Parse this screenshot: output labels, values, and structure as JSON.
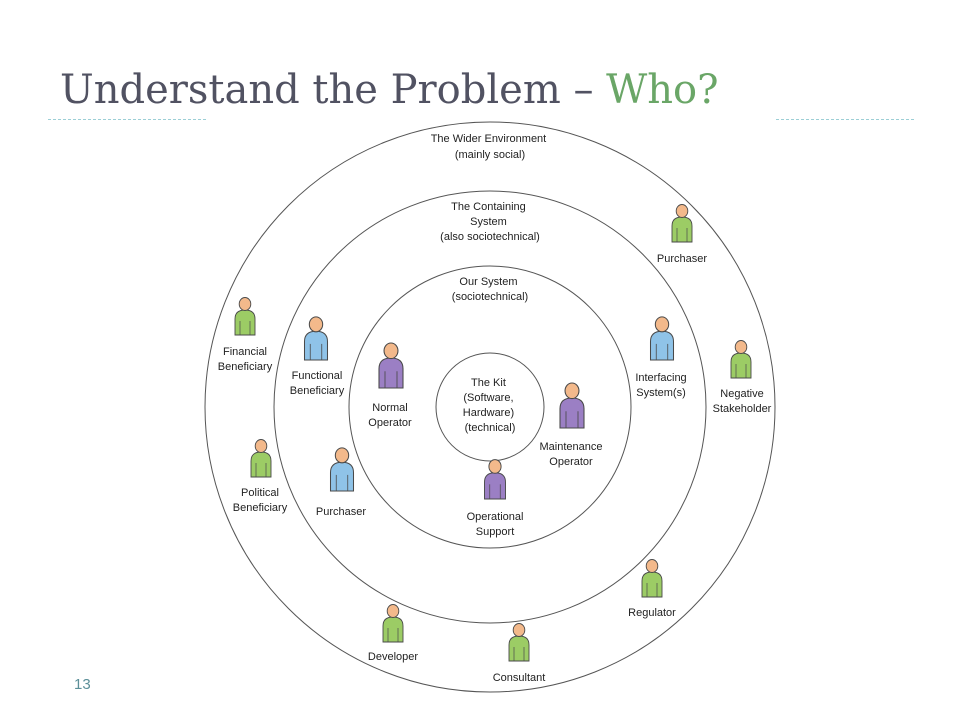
{
  "slide": {
    "title_main": "Understand the Problem – ",
    "title_accent": "Who?",
    "page_number": "13"
  },
  "colors": {
    "title": "#515262",
    "title_accent": "#6aa667",
    "rule": "#9ccfd6",
    "person_green": "#9ccc65",
    "person_blue": "#8fc3e8",
    "person_purple": "#9b7fc4",
    "person_head": "#f3b98b"
  },
  "rings": {
    "wider_environment": [
      "The Wider Environment",
      "(mainly social)"
    ],
    "containing_system": [
      "The Containing",
      "System",
      "(also sociotechnical)"
    ],
    "our_system": [
      "Our System",
      "(sociotechnical)"
    ],
    "kit": [
      "The Kit",
      "(Software,",
      "Hardware)",
      "(technical)"
    ]
  },
  "stakeholders": {
    "purchaser_outer": {
      "lines": [
        "Purchaser"
      ],
      "icon": "person-icon",
      "color": "green"
    },
    "financial_beneficiary": {
      "lines": [
        "Financial",
        "Beneficiary"
      ],
      "icon": "person-icon",
      "color": "green"
    },
    "negative_stakeholder": {
      "lines": [
        "Negative",
        "Stakeholder"
      ],
      "icon": "person-icon",
      "color": "green"
    },
    "political_beneficiary": {
      "lines": [
        "Political",
        "Beneficiary"
      ],
      "icon": "person-icon",
      "color": "green"
    },
    "regulator": {
      "lines": [
        "Regulator"
      ],
      "icon": "person-icon",
      "color": "green"
    },
    "developer": {
      "lines": [
        "Developer"
      ],
      "icon": "person-icon",
      "color": "green"
    },
    "consultant": {
      "lines": [
        "Consultant"
      ],
      "icon": "person-icon",
      "color": "green"
    },
    "functional_beneficiary": {
      "lines": [
        "Functional",
        "Beneficiary"
      ],
      "icon": "person-icon",
      "color": "blue"
    },
    "interfacing_systems": {
      "lines": [
        "Interfacing",
        "System(s)"
      ],
      "icon": "person-icon",
      "color": "blue"
    },
    "purchaser_inner": {
      "lines": [
        "Purchaser"
      ],
      "icon": "person-icon",
      "color": "blue"
    },
    "normal_operator": {
      "lines": [
        "Normal",
        "Operator"
      ],
      "icon": "person-icon",
      "color": "purple"
    },
    "maintenance_operator": {
      "lines": [
        "Maintenance",
        "Operator"
      ],
      "icon": "person-icon",
      "color": "purple"
    },
    "operational_support": {
      "lines": [
        "Operational",
        "Support"
      ],
      "icon": "person-icon",
      "color": "purple"
    }
  }
}
